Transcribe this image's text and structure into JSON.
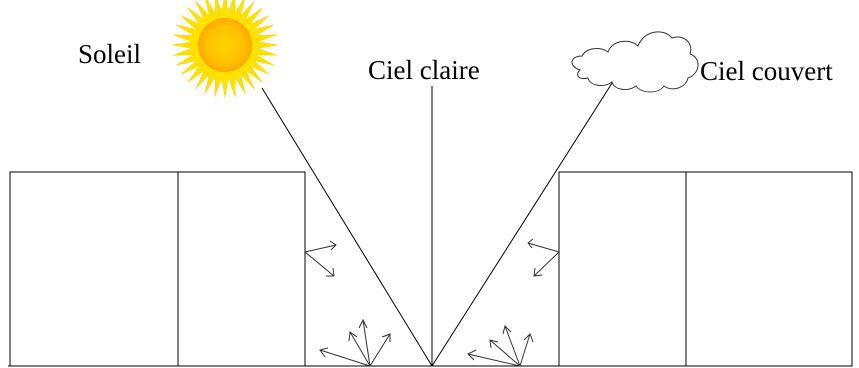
{
  "labels": {
    "sun": "Soleil",
    "clear_sky": "Ciel claire",
    "overcast_sky": "Ciel couvert"
  },
  "colors": {
    "sun_rays": "#ffe100",
    "sun_core_outer": "#ffb000",
    "sun_core_inner": "#ffd200",
    "lines": "#000000",
    "cloud_stroke": "#333333"
  },
  "icons": {
    "sun": "sun-icon",
    "cloud": "cloud-icon"
  }
}
